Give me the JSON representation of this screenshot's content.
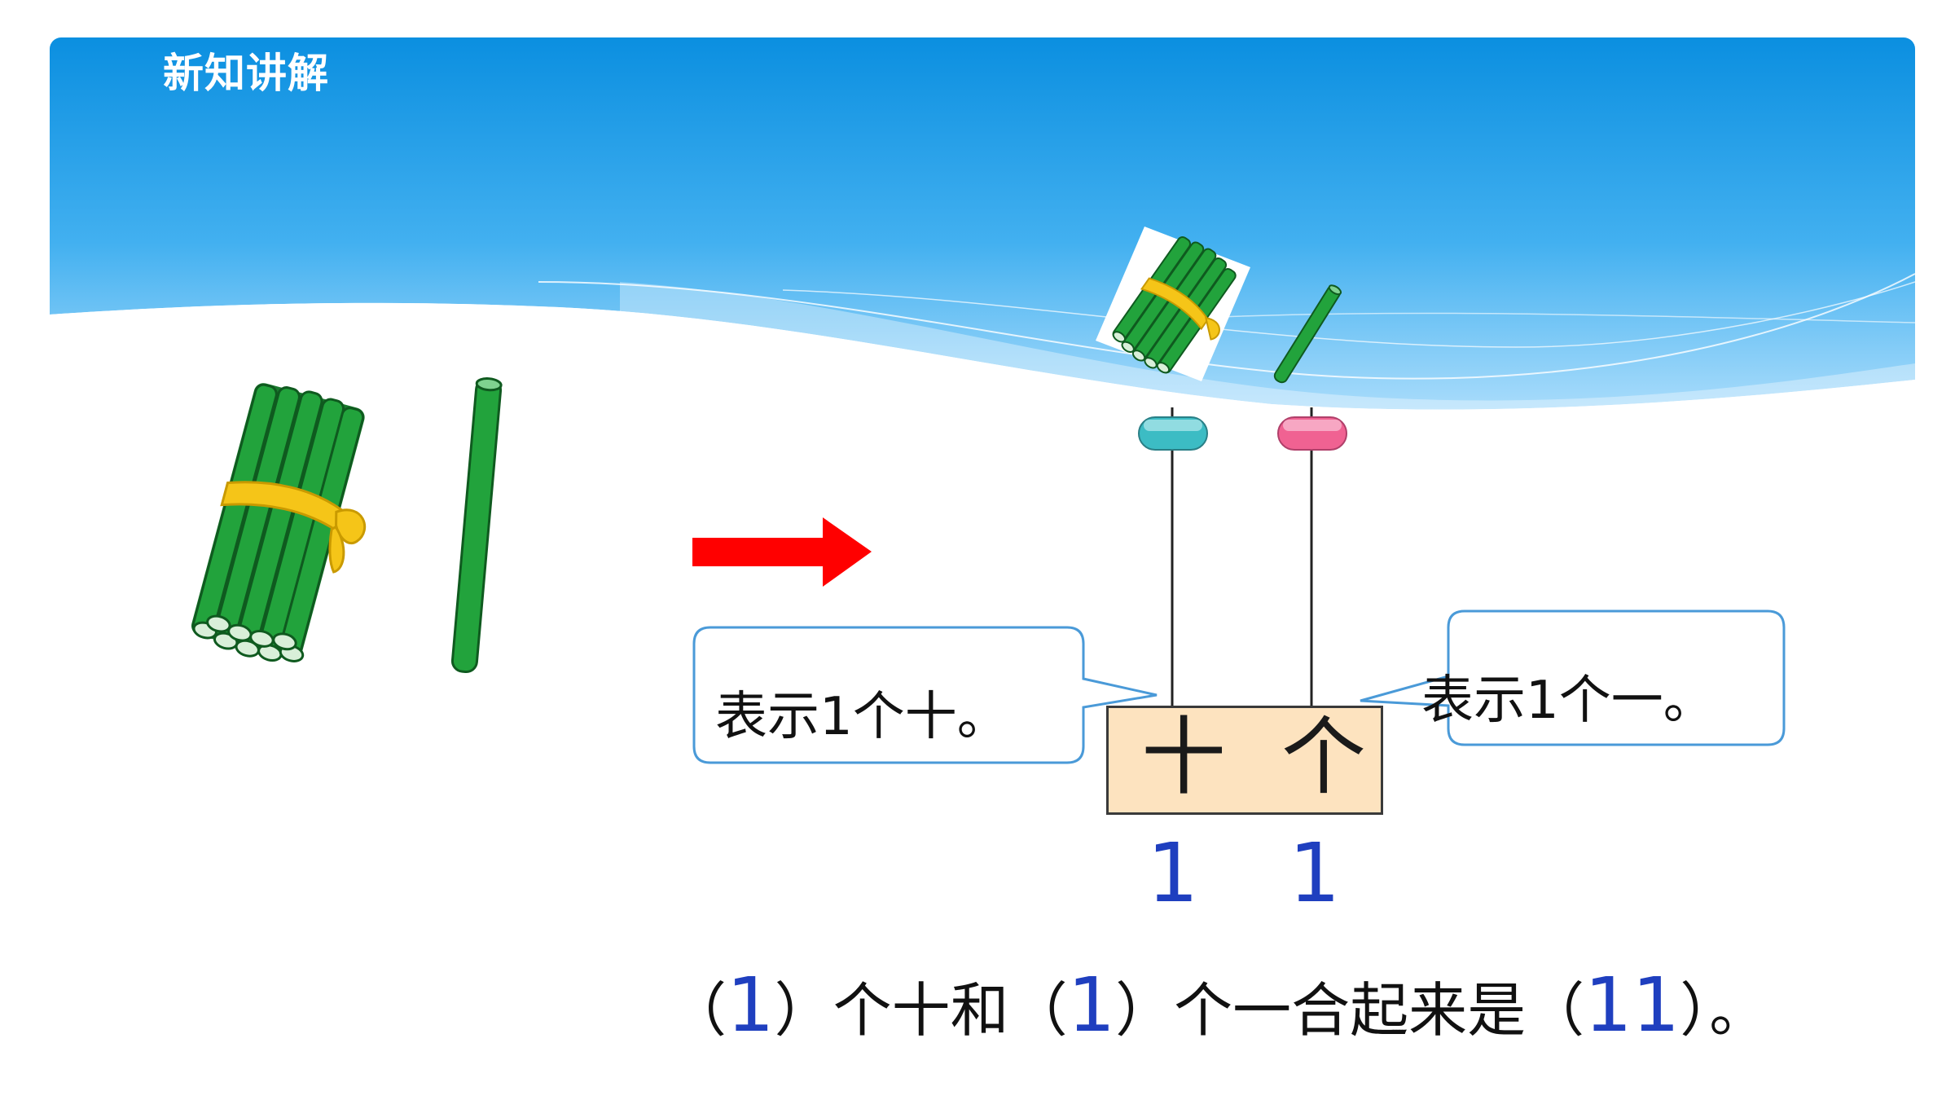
{
  "header": {
    "title": "新知讲解"
  },
  "main": {
    "callout_tens": "表示1个十。",
    "callout_ones": "表示1个一。",
    "place_value_box": {
      "tens_label": "十",
      "ones_label": "个"
    },
    "digits": {
      "tens": "1",
      "ones": "1"
    },
    "sentence": {
      "open1": "（",
      "answer_tens": "1",
      "text1": "）个十和（",
      "answer_ones": "1",
      "text2": "）个一合起来是（",
      "answer_total": "11",
      "text3": "）。"
    }
  },
  "icons": [
    "stick-bundle-icon",
    "single-stick-icon",
    "right-arrow-icon",
    "abacus-bead-icon"
  ],
  "colors": {
    "header_top": "#0b8fe0",
    "header_bottom": "#8fd3fb",
    "stick_green": "#1f9a3a",
    "ribbon_yellow": "#f5c518",
    "arrow_red": "#ff0000",
    "tens_bead": "#3cbcc4",
    "ones_bead": "#f06292",
    "callout_border": "#4a9ad8",
    "box_fill": "#fde3bf",
    "answer_blue": "#1f3fbf"
  }
}
